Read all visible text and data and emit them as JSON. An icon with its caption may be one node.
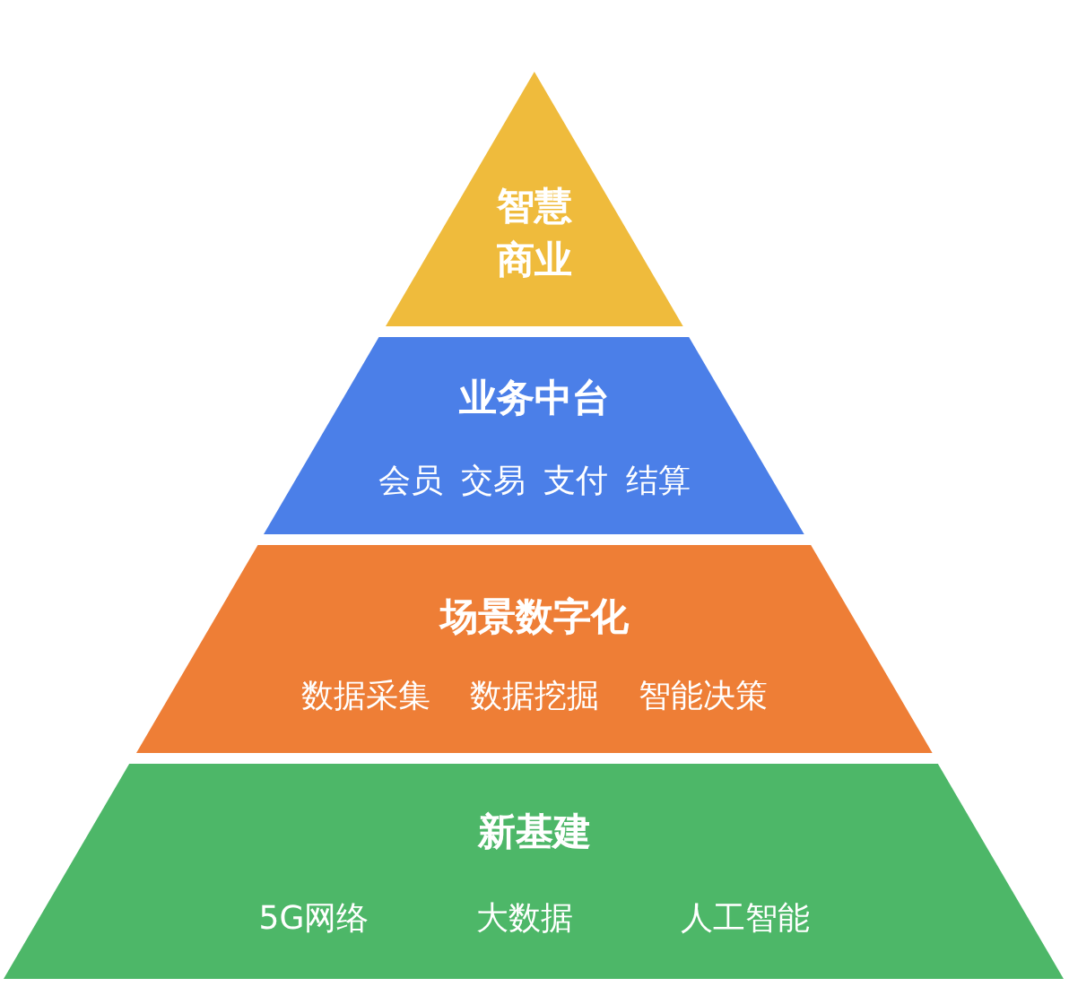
{
  "diagram": {
    "nodes": [
      {
        "text": [
          "智慧商业"
        ]
      },
      {
        "text": [
          "业务中台",
          "会员",
          "交易",
          "支付",
          "结算"
        ]
      },
      {
        "text": [
          "场景数字化",
          "数据采集",
          "数据挖掘",
          "智能决策"
        ]
      },
      {
        "text": [
          "新基建",
          "5G网络",
          "大数据",
          "人工智能"
        ]
      }
    ]
  }
}
